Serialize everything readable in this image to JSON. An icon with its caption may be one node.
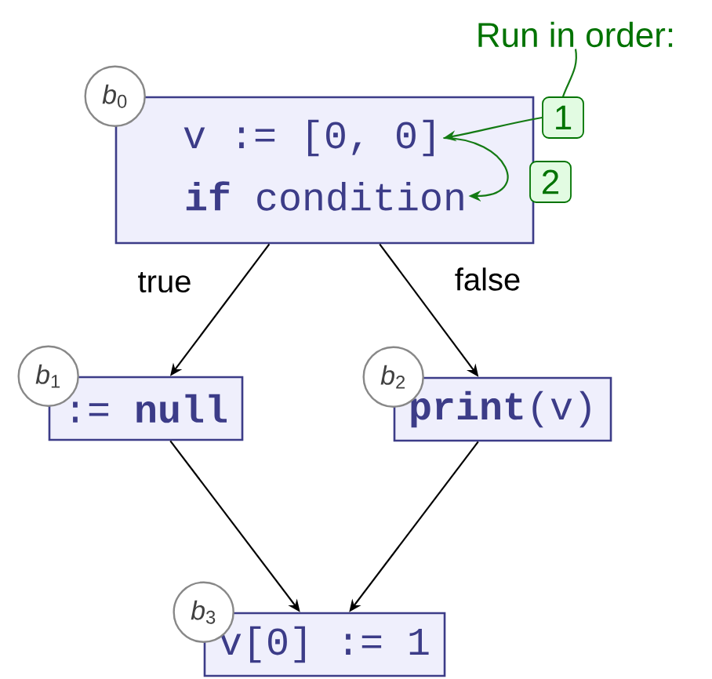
{
  "diagram": {
    "nodes": [
      {
        "text": [],
        "shape": "box",
        "beside": [
          "*b*$_{0}$"
        ]
      },
      {
        "text": [
          "v := [0, 0]"
        ],
        "in": 0
      },
      {
        "text": [
          "**if** condition"
        ],
        "in": 0
      },
      {
        "text": [
          ":= **null**"
        ],
        "beside": [
          "*b*$_{1}$"
        ]
      },
      {
        "text": [
          "**print**(v)"
        ],
        "beside": [
          "*b*$_{2}$"
        ]
      },
      {
        "text": [
          "v[0] := 1"
        ],
        "beside": [
          "*b*$_{3}$"
        ]
      },
      {
        "text": [
          "Run in order:"
        ]
      },
      {
        "text": [
          "1"
        ]
      },
      {
        "text": [
          "2"
        ]
      }
    ],
    "edges": [
      {
        "from": 0,
        "to": 3,
        "arrow": "to",
        "label": "true"
      },
      {
        "from": 0,
        "to": 4,
        "arrow": "to",
        "label": "false"
      },
      {
        "from": 3,
        "to": 5,
        "arrow": "to"
      },
      {
        "from": 4,
        "to": 5,
        "arrow": "to"
      },
      {
        "from": 6,
        "to": 7,
        "arrow": "none",
        "color": "#137a13"
      },
      {
        "from": 7,
        "to": 1,
        "arrow": "to",
        "color": "#137a13"
      },
      {
        "from": 1,
        "to": 2,
        "arrow": "to",
        "color": "#137a13"
      }
    ]
  }
}
